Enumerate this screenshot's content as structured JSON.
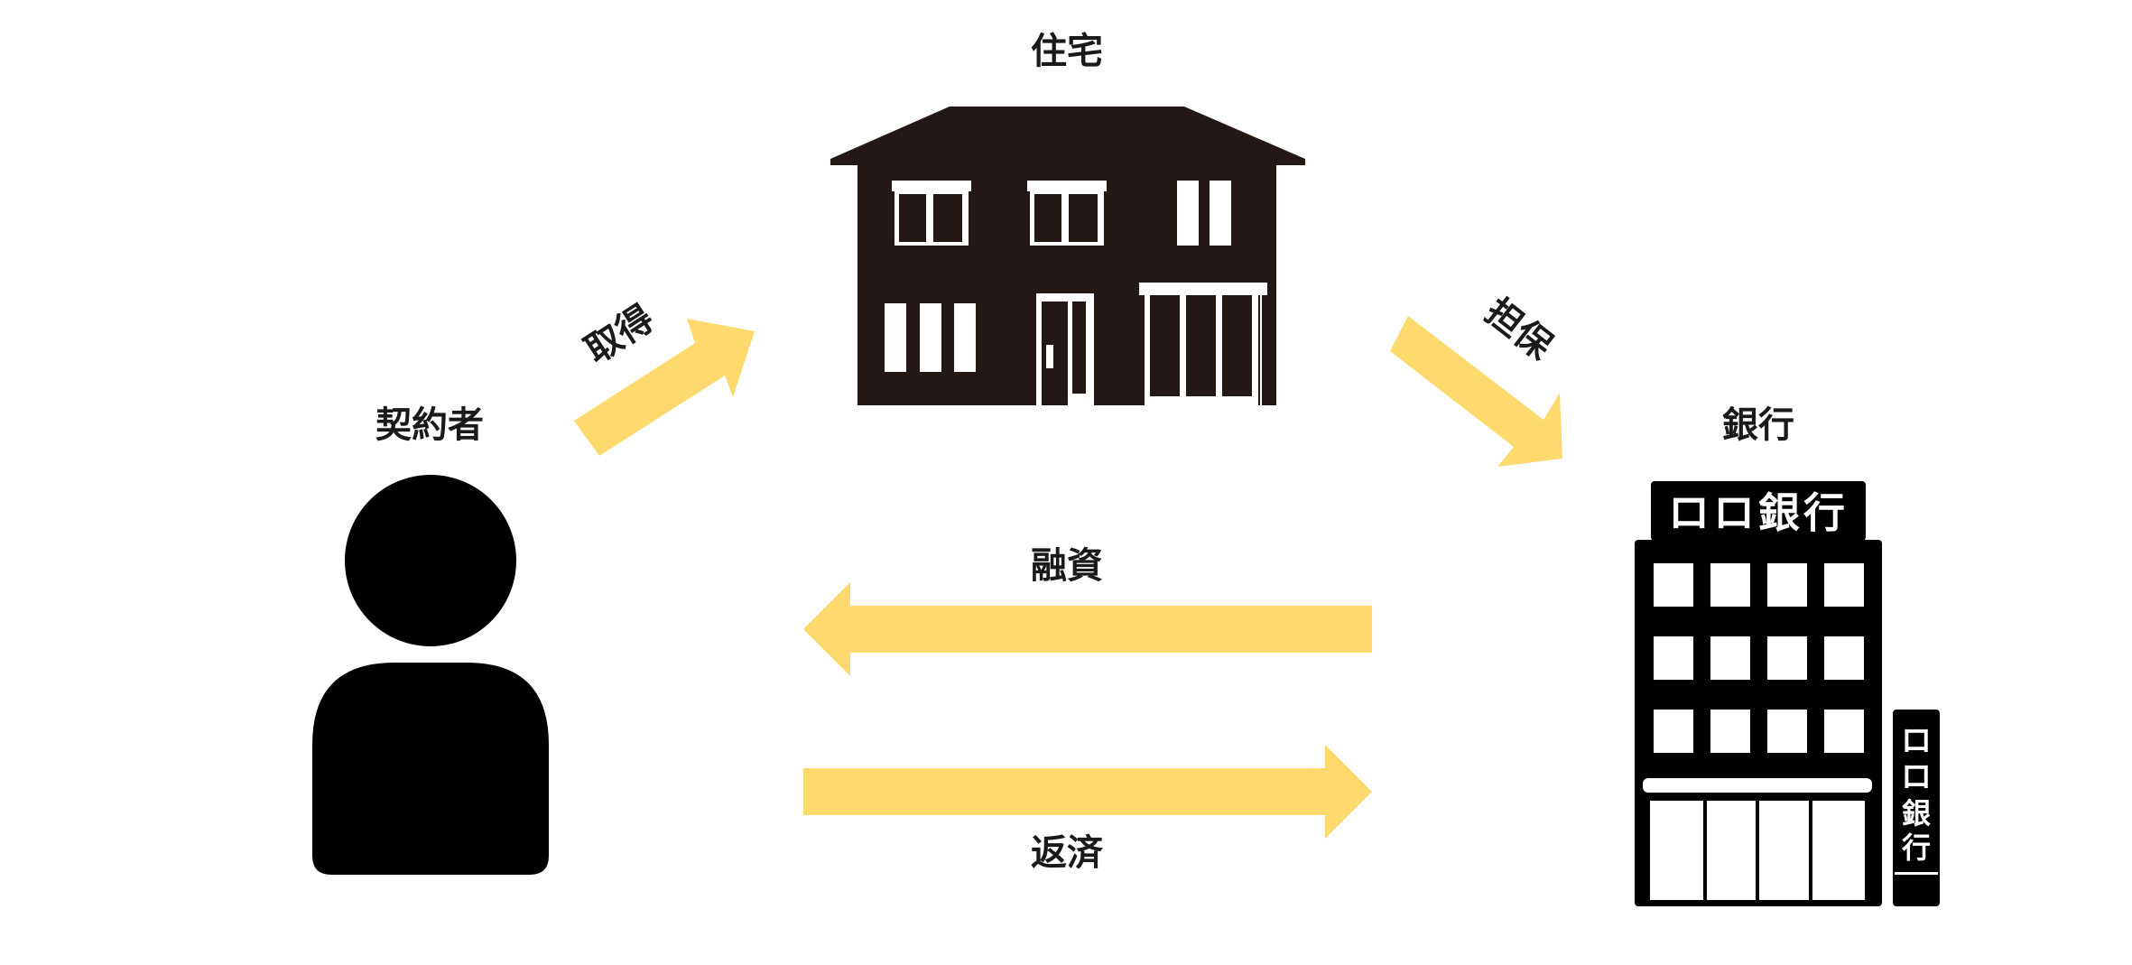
{
  "nodes": {
    "contractor": {
      "label": "契約者"
    },
    "house": {
      "label": "住宅"
    },
    "bank": {
      "label": "銀行",
      "sign_main": "ロロ銀行",
      "sign_vertical": [
        "ロ",
        "ロ",
        "銀",
        "行"
      ]
    }
  },
  "edges": {
    "acquire": {
      "label": "取得"
    },
    "collateral": {
      "label": "担保"
    },
    "loan": {
      "label": "融資"
    },
    "repayment": {
      "label": "返済"
    }
  },
  "colors": {
    "arrow": "#FDD96E",
    "silhouette": "#000000",
    "house": "#231815",
    "text": "#1a1a1a"
  }
}
